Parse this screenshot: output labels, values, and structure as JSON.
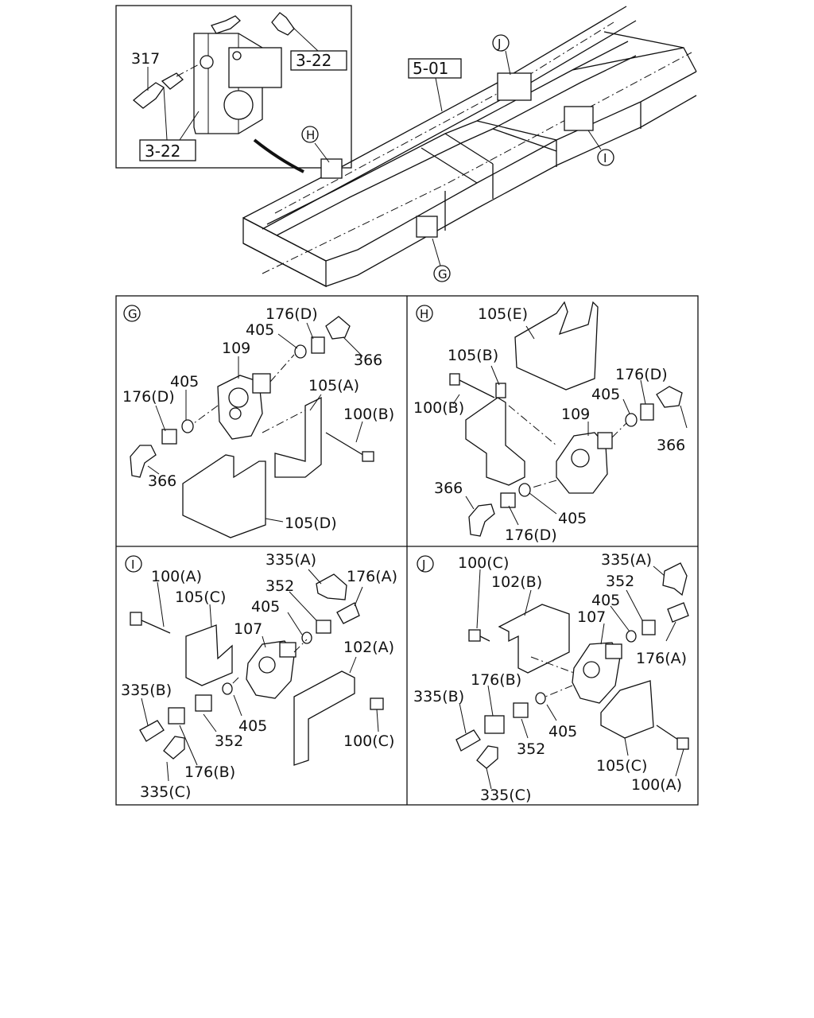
{
  "overview": {
    "inset_labels": {
      "p317": "317",
      "ref_top": "3-22",
      "ref_bottom": "3-22"
    },
    "frame_ref": "5-01",
    "markers": {
      "G": "G",
      "H": "H",
      "I": "I",
      "J": "J"
    }
  },
  "panels": {
    "G": {
      "marker": "G",
      "labels": {
        "l176d_top": "176(D)",
        "l405_top": "405",
        "l366_right": "366",
        "l109": "109",
        "l405_left": "405",
        "l176d_left": "176(D)",
        "l105a": "105(A)",
        "l100b": "100(B)",
        "l366_bottom": "366",
        "l105d": "105(D)"
      }
    },
    "H": {
      "marker": "H",
      "labels": {
        "l105e": "105(E)",
        "l105b": "105(B)",
        "l100b": "100(B)",
        "l176d_right": "176(D)",
        "l405_right": "405",
        "l109": "109",
        "l366_right": "366",
        "l366_left": "366",
        "l405_bottom": "405",
        "l176d_bottom": "176(D)"
      }
    },
    "I": {
      "marker": "I",
      "labels": {
        "l100a": "100(A)",
        "l105c": "105(C)",
        "l335a": "335(A)",
        "l352_top": "352",
        "l176a": "176(A)",
        "l405_top": "405",
        "l107": "107",
        "l102a": "102(A)",
        "l335b": "335(B)",
        "l405_bottom": "405",
        "l352_bottom": "352",
        "l100c": "100(C)",
        "l176b": "176(B)",
        "l335c": "335(C)"
      }
    },
    "J": {
      "marker": "J",
      "labels": {
        "l100c": "100(C)",
        "l102b": "102(B)",
        "l335a": "335(A)",
        "l352": "352",
        "l405_top": "405",
        "l107": "107",
        "l176a": "176(A)",
        "l176b": "176(B)",
        "l335b": "335(B)",
        "l405_bottom": "405",
        "l352_bottom": "352",
        "l105c": "105(C)",
        "l100a": "100(A)",
        "l335c": "335(C)"
      }
    }
  }
}
